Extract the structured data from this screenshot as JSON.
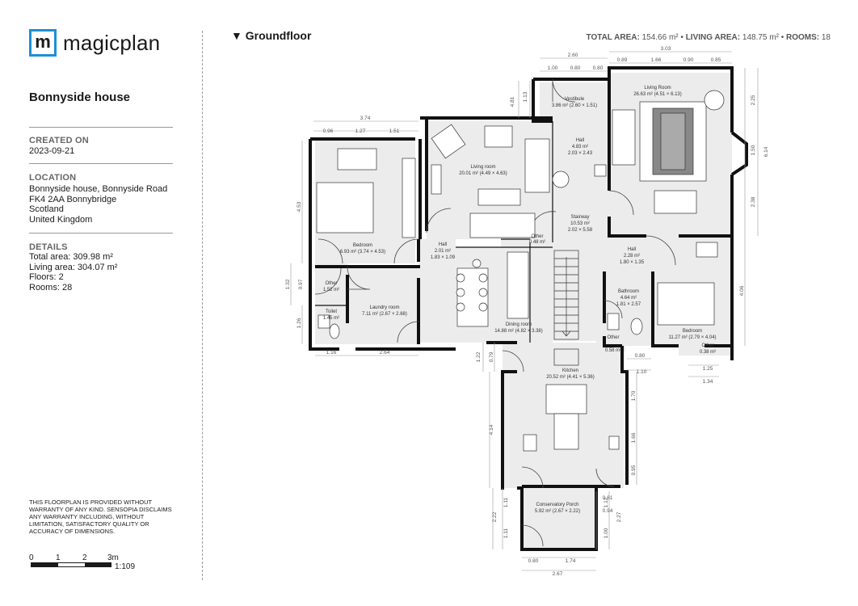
{
  "brand": {
    "logo_letter": "m",
    "name": "magicplan"
  },
  "project": {
    "title": "Bonnyside house",
    "created_label": "CREATED ON",
    "created_value": "2023-09-21",
    "location_label": "LOCATION",
    "location_lines": [
      "Bonnyside house, Bonnyside Road",
      "FK4 2AA Bonnybridge",
      "Scotland",
      "United Kingdom"
    ],
    "details_label": "DETAILS",
    "details_lines": [
      "Total area: 309.98 m²",
      "Living area: 304.07 m²",
      "Floors: 2",
      "Rooms: 28"
    ],
    "disclaimer": "THIS FLOORPLAN IS PROVIDED WITHOUT WARRANTY OF ANY KIND. SENSOPIA DISCLAIMS ANY WARRANTY INCLUDING, WITHOUT LIMITATION, SATISFACTORY QUALITY OR ACCURACY OF DIMENSIONS."
  },
  "scale": {
    "ticks": [
      "0",
      "1",
      "2",
      "3m"
    ],
    "ratio": "1:109"
  },
  "floor": {
    "title": "▼ Groundfloor",
    "total_area_label": "TOTAL AREA:",
    "total_area": "154.66 m²",
    "living_area_label": "LIVING AREA:",
    "living_area": "148.75 m²",
    "rooms_label": "ROOMS:",
    "rooms": "18"
  },
  "rooms": [
    {
      "name": "Vestibule",
      "detail": "3.86 m² (2.60 × 1.51)"
    },
    {
      "name": "Living Room",
      "detail": "26.63 m² (4.51 × 6.13)"
    },
    {
      "name": "Living room",
      "detail": "20.01 m² (4.49 × 4.63)"
    },
    {
      "name": "Hall",
      "detail": "4.83 m²",
      "detail2": "2.03 × 2.43"
    },
    {
      "name": "Bedroom",
      "detail": "6.93 m² (3.74 × 4.53)"
    },
    {
      "name": "Stairway",
      "detail": "10.53 m²",
      "detail2": "2.02 × 5.58"
    },
    {
      "name": "Hall",
      "detail": "2.01 m²",
      "detail2": "1.83 × 1.09"
    },
    {
      "name": "Other",
      "detail": "0.48 m²"
    },
    {
      "name": "Hall",
      "detail": "2.28 m²",
      "detail2": "1.80 × 1.35"
    },
    {
      "name": "Other",
      "detail": "1.52 m²"
    },
    {
      "name": "Laundry room",
      "detail": "7.11 m² (2.67 × 2.68)"
    },
    {
      "name": "Toilet",
      "detail": "1.45 m²"
    },
    {
      "name": "Dining room",
      "detail": "14.88 m² (4.82 × 3.38)"
    },
    {
      "name": "Bathroom",
      "detail": "4.64 m²",
      "detail2": "1.81 × 2.57"
    },
    {
      "name": "Bedroom",
      "detail": "11.27 m² (2.79 × 4.04)"
    },
    {
      "name": "Other",
      "detail": "0.38 m²"
    },
    {
      "name": "Other",
      "detail": "0.58 m²"
    },
    {
      "name": "Kitchen",
      "detail": "20.52 m² (4.41 × 5.36)"
    },
    {
      "name": "Conservatory Porch",
      "detail": "5.92 m² (2.67 × 2.22)"
    }
  ],
  "dimensions": [
    "2.60",
    "1.00",
    "0.80",
    "0.80",
    "3.03",
    "0.89",
    "1.66",
    "0.90",
    "0.85",
    "4.81",
    "1.13",
    "2.25",
    "1.50",
    "2.38",
    "6.14",
    "3.74",
    "0.96",
    "1.27",
    "1.51",
    "4.53",
    "1.32",
    "0.97",
    "1.26",
    "1.16",
    "2.64",
    "1.22",
    "0.79",
    "4.14",
    "4.06",
    "0.80",
    "1.10",
    "1.25",
    "1.34",
    "1.70",
    "1.66",
    "0.95",
    "0.61",
    "0.94",
    "1.11",
    "2.22",
    "1.11",
    "1.00",
    "2.27",
    "1.12",
    "0.80",
    "1.74",
    "2.67"
  ]
}
